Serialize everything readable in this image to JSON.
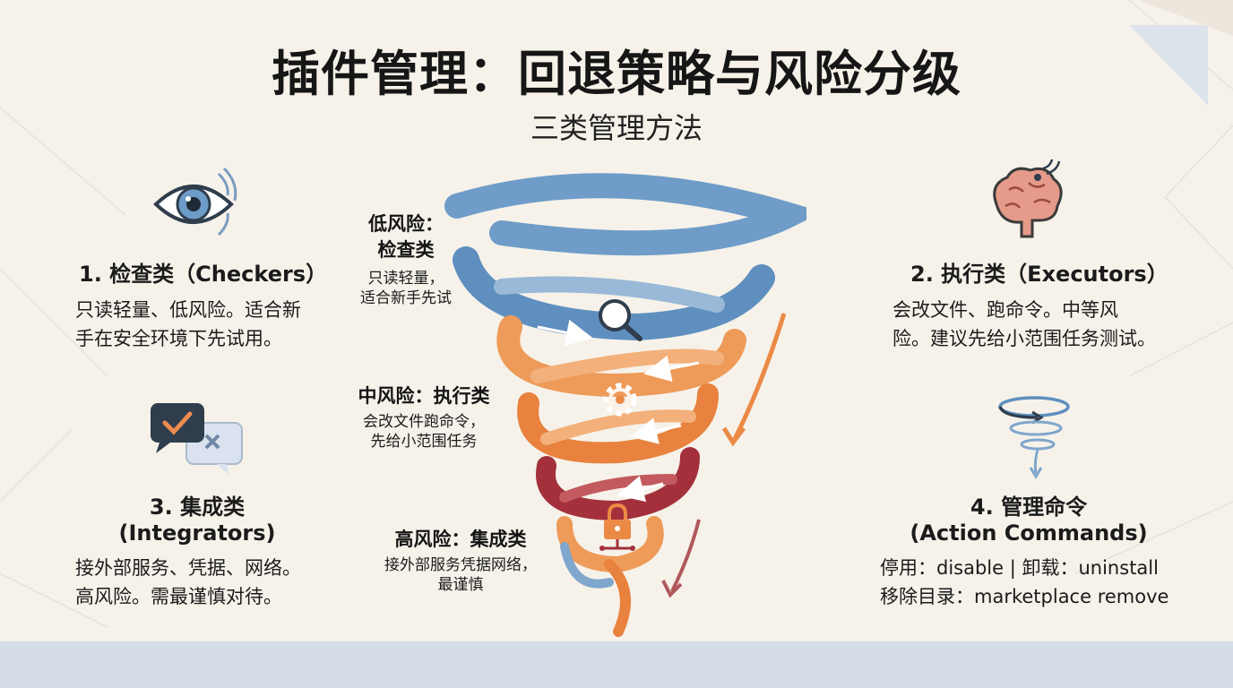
{
  "title": "插件管理：回退策略与风险分级",
  "subtitle": "三类管理方法",
  "cards": {
    "checkers": {
      "title": "1. 检查类（Checkers）",
      "line1": "只读轻量、低风险。适合新",
      "line2": "手在安全环境下先试用。",
      "icon": "eye-icon"
    },
    "executors": {
      "title": "2. 执行类（Executors）",
      "line1": "会改文件、跑命令。中等风",
      "line2": "险。建议先给小范围任务测试。",
      "icon": "brain-icon"
    },
    "integrators": {
      "title_line1": "3. 集成类",
      "title_line2": "(Integrators)",
      "line1": "接外部服务、凭据、网络。",
      "line2": "高风险。需最谨慎对待。",
      "icon": "chat-check-icon"
    },
    "commands": {
      "title_line1": "4. 管理命令",
      "title_line2": "(Action Commands)",
      "line1": "停用：disable | 卸载：uninstall",
      "line2": "移除目录：marketplace remove",
      "icon": "tornado-icon"
    }
  },
  "funnel": {
    "low": {
      "head1": "低风险：",
      "head2": "检查类",
      "text1": "只读轻量，",
      "text2": "适合新手先试",
      "icon": "magnifier-icon",
      "color": "#5f8fbf"
    },
    "mid": {
      "head": "中风险：执行类",
      "text1": "会改文件跑命令，",
      "text2": "先给小范围任务",
      "icon": "gear-icon",
      "color": "#ea8a45"
    },
    "high": {
      "head": "高风险：集成类",
      "text1": "接外部服务凭据网络，",
      "text2": "最谨慎",
      "icon": "lock-network-icon",
      "color": "#a3303b"
    }
  },
  "colors": {
    "blue": "#5f8fbf",
    "orange": "#ea8a45",
    "red": "#a3303b",
    "background": "#f6f2ea",
    "band": "#d5dde6"
  }
}
